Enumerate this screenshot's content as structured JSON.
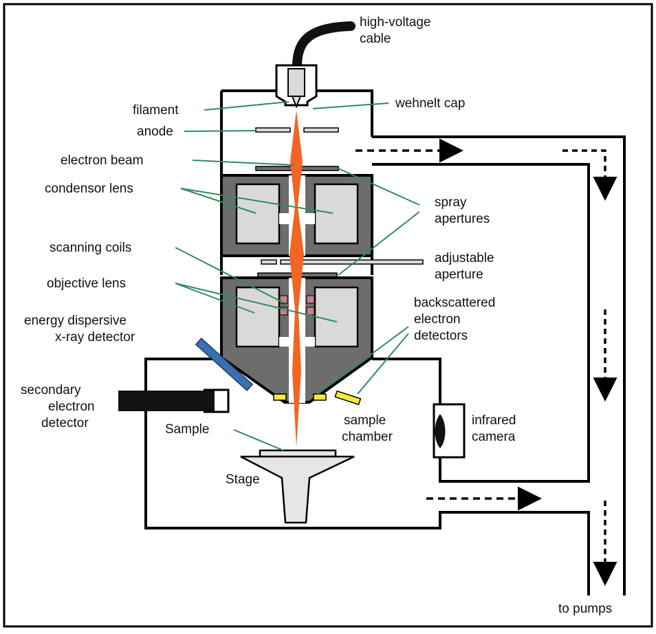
{
  "diagram": {
    "labels": {
      "high_voltage_cable": [
        "high-voltage",
        "cable"
      ],
      "filament": "filament",
      "wehnelt_cap": "wehnelt cap",
      "anode": "anode",
      "electron_beam": "electron beam",
      "condensor_lens": "condensor lens",
      "spray_apertures": [
        "spray",
        "apertures"
      ],
      "scanning_coils": "scanning coils",
      "adjustable_aperture": [
        "adjustable",
        "aperture"
      ],
      "objective_lens": "objective lens",
      "backscattered_detectors": [
        "backscattered",
        "electron",
        "detectors"
      ],
      "edx_detector": [
        "energy dispersive",
        "x-ray detector"
      ],
      "secondary_detector": [
        "secondary",
        "electron",
        "detector"
      ],
      "sample": "Sample",
      "sample_chamber": [
        "sample",
        "chamber"
      ],
      "infrared_camera": [
        "infrared",
        "camera"
      ],
      "stage": "Stage",
      "to_pumps": "to pumps"
    },
    "colors": {
      "outline": "#000000",
      "lens_housing": "#6d6d6d",
      "lens_core": "#d9d9d9",
      "beam": "#f26522",
      "coil": "#c8828a",
      "detector_yellow": "#f2ea3c",
      "edx_blue": "#3b6fb0",
      "leader_green": "#2f8a5b",
      "stage_fill": "#e6e6e6"
    }
  }
}
